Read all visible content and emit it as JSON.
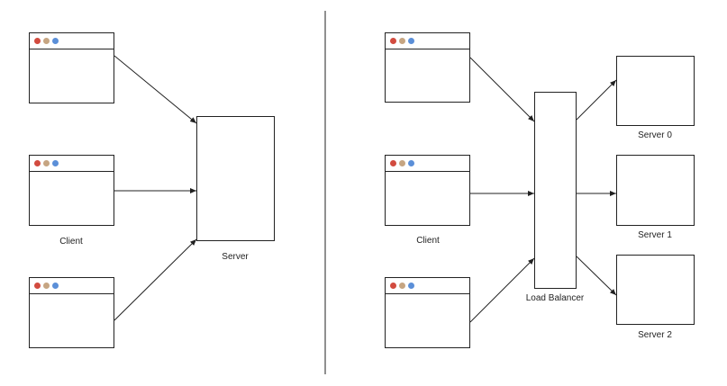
{
  "left_panel": {
    "client_label": "Client",
    "server_label": "Server"
  },
  "right_panel": {
    "client_label": "Client",
    "load_balancer_label": "Load Balancer",
    "servers": [
      "Server 0",
      "Server 1",
      "Server 2"
    ]
  },
  "colors": {
    "dot_red": "#d24b3f",
    "dot_tan": "#c6a582",
    "dot_blue": "#5b8fd8",
    "stroke": "#222222"
  }
}
